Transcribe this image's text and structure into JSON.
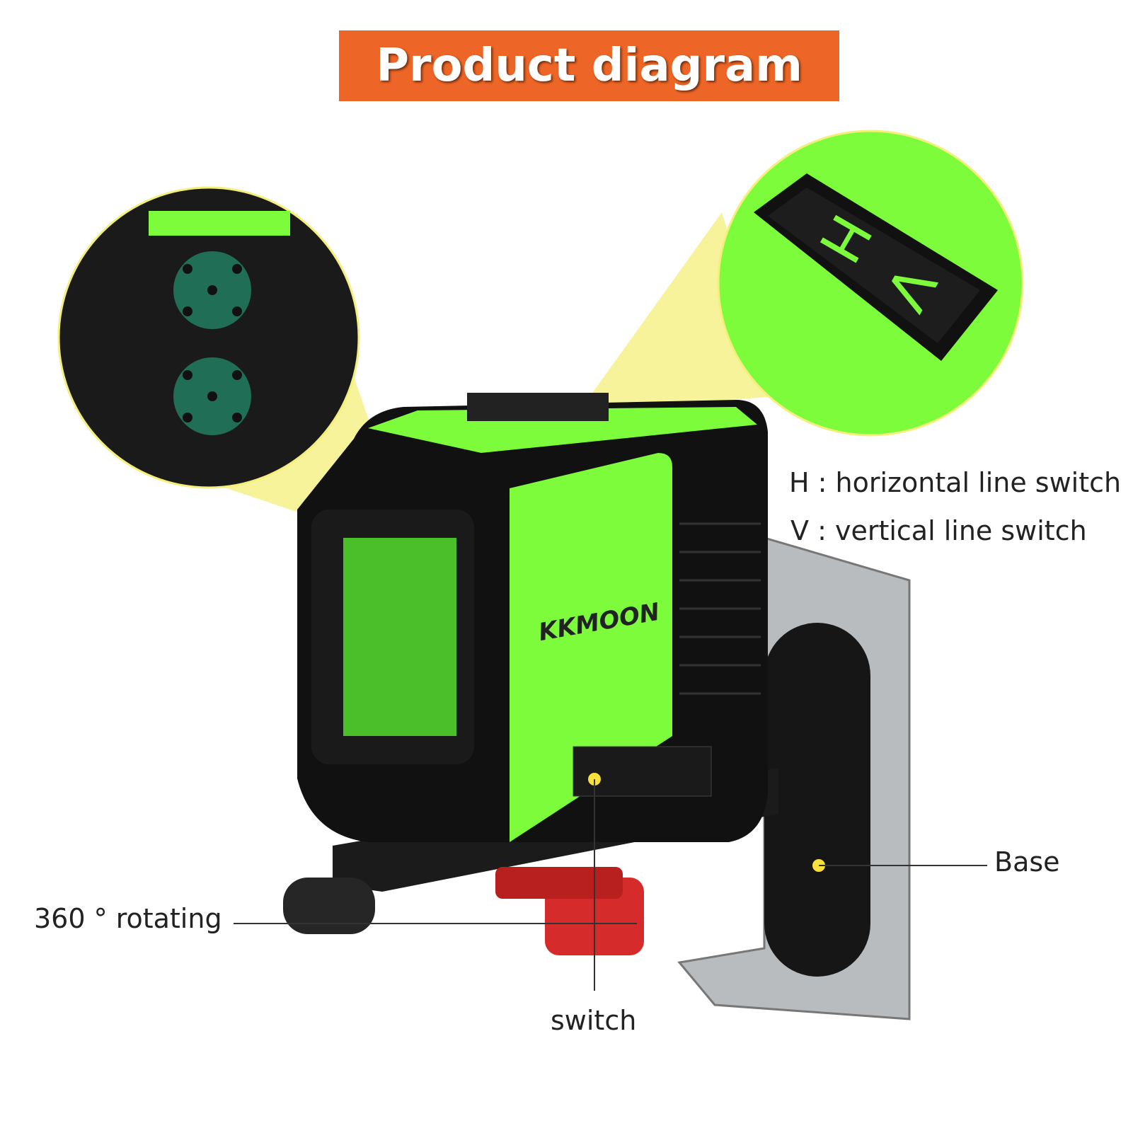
{
  "header": {
    "title": "Product diagram"
  },
  "callouts": {
    "h_switch": "H : horizontal line switch",
    "v_switch": "V : vertical line switch",
    "base": "Base",
    "rotating": "360 ° rotating",
    "switch": "switch"
  },
  "product": {
    "brand_logo": "KKMOON",
    "key_h": "H",
    "key_v": "V"
  },
  "colors": {
    "banner": "#ee6627",
    "body_green": "#7dfc3c",
    "highlight": "#f4ef7a",
    "knob_red": "#d62b2b"
  }
}
